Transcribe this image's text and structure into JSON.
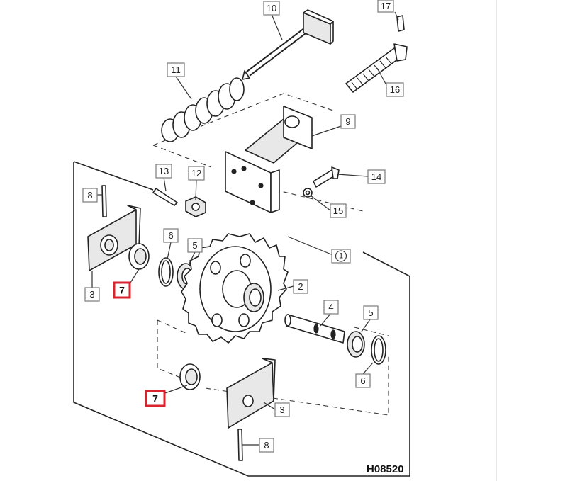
{
  "diagram_code": "H08520",
  "callouts": {
    "c1": "1",
    "c2": "2",
    "c3a": "3",
    "c3b": "3",
    "c4": "4",
    "c5a": "5",
    "c5b": "5",
    "c6a": "6",
    "c6b": "6",
    "c7a": "7",
    "c7b": "7",
    "c8a": "8",
    "c8b": "8",
    "c9": "9",
    "c10": "10",
    "c11": "11",
    "c12": "12",
    "c13": "13",
    "c14": "14",
    "c15": "15",
    "c16": "16",
    "c17": "17"
  },
  "highlighted_parts": [
    "7"
  ],
  "colors": {
    "highlight": "#d9232d",
    "line": "#222222",
    "box_border": "#7a7a7a"
  }
}
